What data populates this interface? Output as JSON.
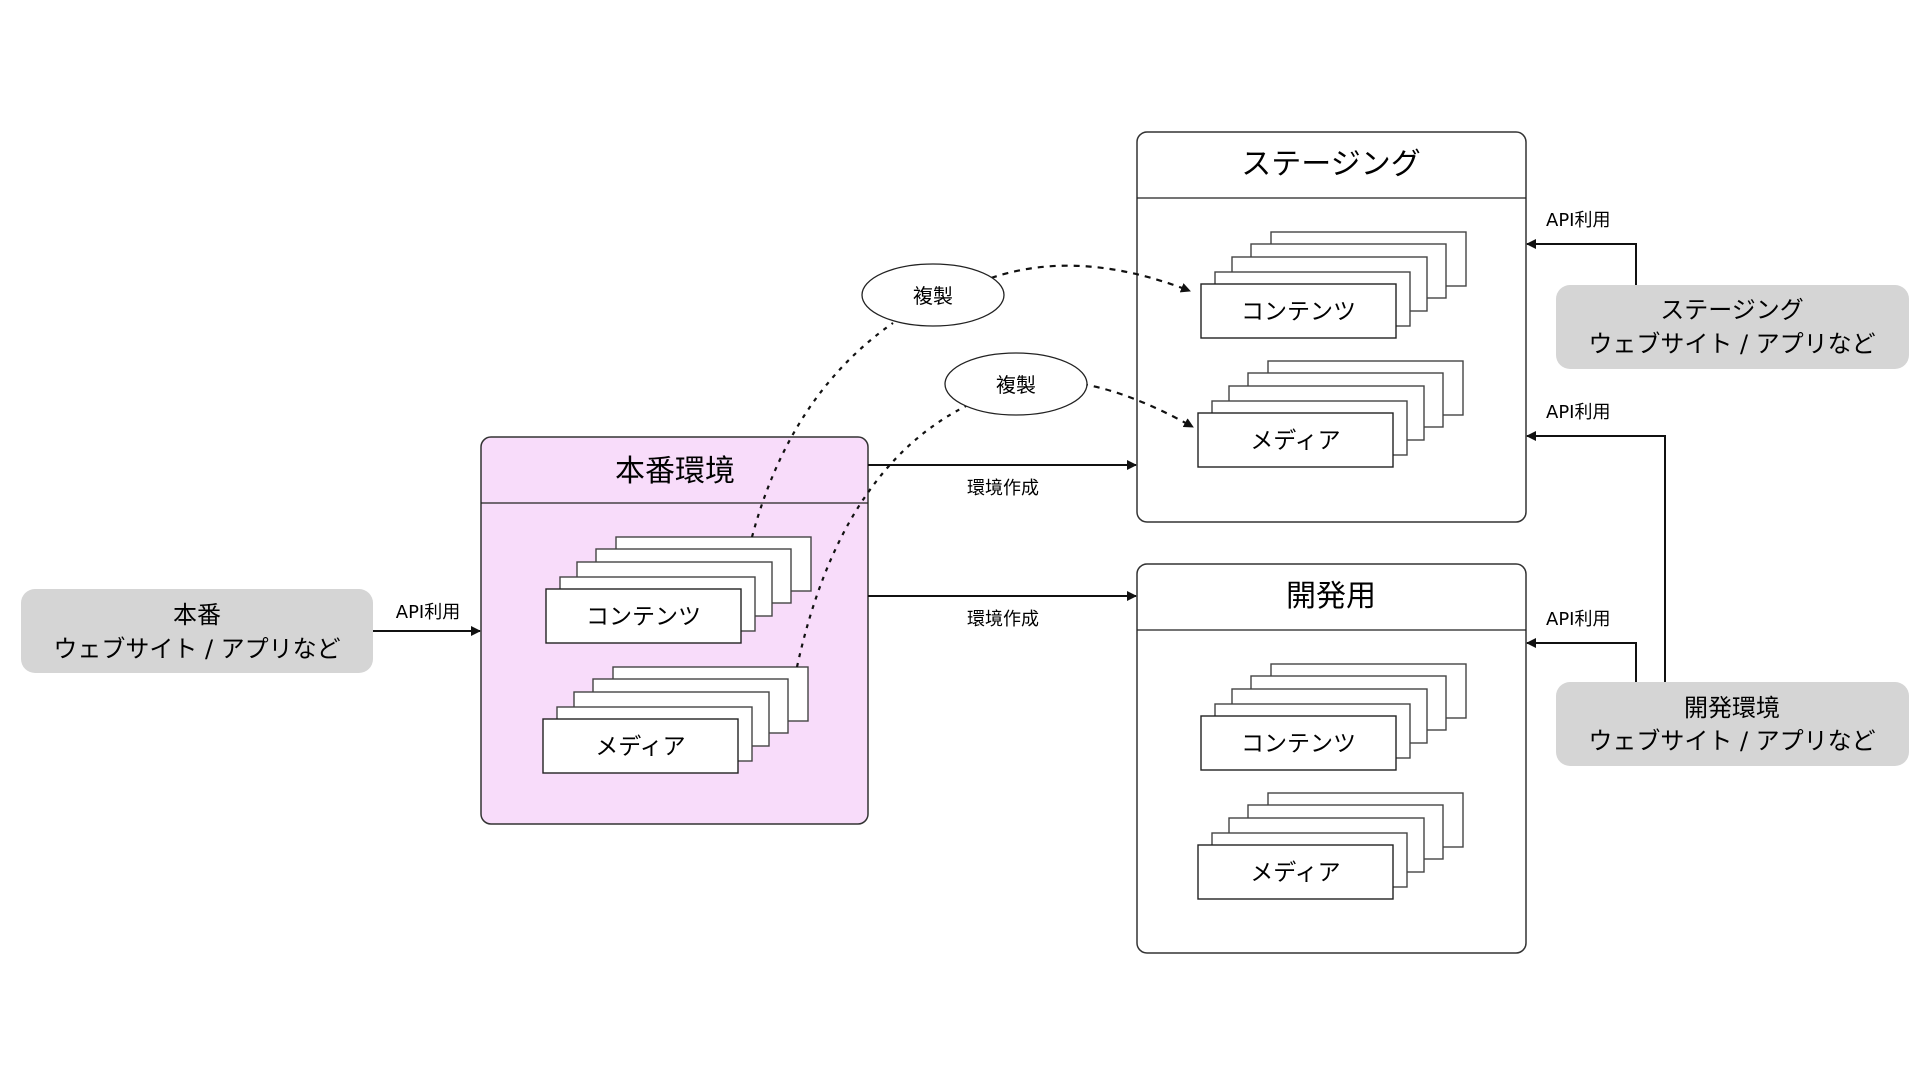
{
  "colors": {
    "production_fill": "#f8dcfa",
    "client_fill": "#d5d5d5",
    "stroke": "#1a1a1a",
    "card_fill": "#ffffff"
  },
  "environments": {
    "production": {
      "title": "本番環境",
      "stacks": [
        "コンテンツ",
        "メディア"
      ]
    },
    "staging": {
      "title": "ステージング",
      "stacks": [
        "コンテンツ",
        "メディア"
      ]
    },
    "development": {
      "title": "開発用",
      "stacks": [
        "コンテンツ",
        "メディア"
      ]
    }
  },
  "clients": {
    "production": {
      "line1": "本番",
      "line2": "ウェブサイト / アプリなど"
    },
    "staging": {
      "line1": "ステージング",
      "line2": "ウェブサイト / アプリなど"
    },
    "development": {
      "line1": "開発環境",
      "line2": "ウェブサイト / アプリなど"
    }
  },
  "edges": {
    "api_prod": "API利用",
    "api_staging_from_staging_client": "API利用",
    "api_staging_from_dev_client": "API利用",
    "api_dev": "API利用",
    "create_staging": "環境作成",
    "create_dev": "環境作成"
  },
  "replication": {
    "contents": "複製",
    "media": "複製"
  }
}
